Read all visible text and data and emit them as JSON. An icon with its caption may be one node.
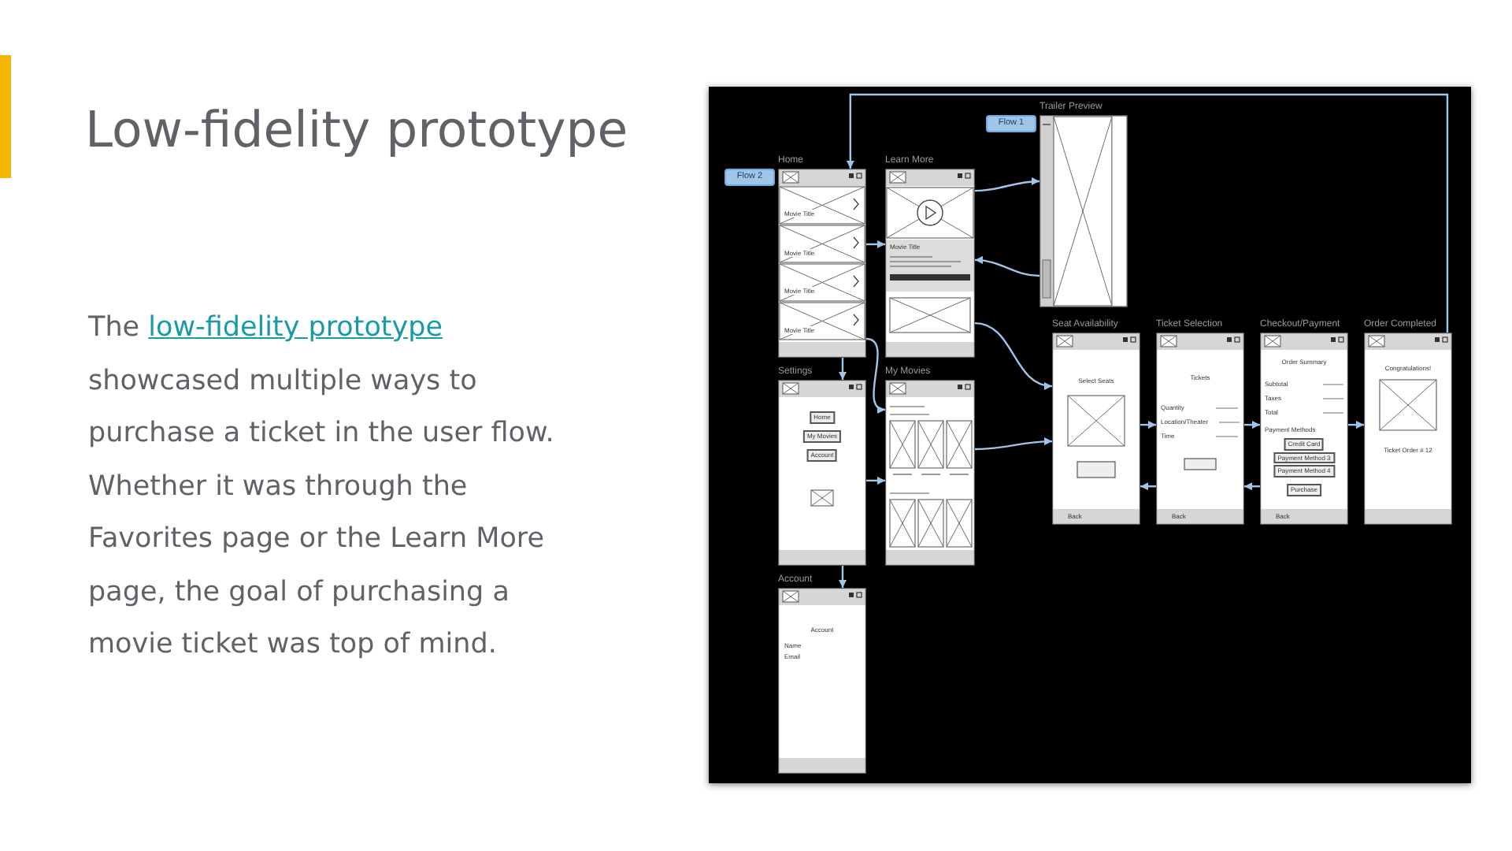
{
  "diagram": {
    "title": "Low-fidelity prototype",
    "nodes": [
      {
        "text": [
          "Flow 2"
        ]
      },
      {
        "text": [
          "Home",
          "Movie Title",
          "Movie Title",
          "Movie Title",
          "Movie Title"
        ]
      },
      {
        "text": [
          "Learn More",
          "Movie Title"
        ]
      },
      {
        "text": [
          "Flow 1"
        ]
      },
      {
        "text": [
          "Trailer Preview"
        ]
      },
      {
        "text": [
          "Settings",
          "Home",
          "My Movies",
          "Account"
        ]
      },
      {
        "text": [
          "My Movies"
        ]
      },
      {
        "text": [
          "Account",
          "Account",
          "Name",
          "Email"
        ]
      },
      {
        "text": [
          "Seat Availability",
          "Select Seats",
          "Back"
        ]
      },
      {
        "text": [
          "Ticket Selection",
          "Tickets",
          "Quantity",
          "Location/Theater",
          "Time",
          "Back"
        ]
      },
      {
        "text": [
          "Checkout/Payment",
          "Order Summary",
          "Subtotal",
          "Taxes",
          "Total",
          "Payment Methods",
          "Credit Card",
          "Payment Method 3",
          "Payment Method 4",
          "Purchase",
          "Back"
        ]
      },
      {
        "text": [
          "Order Completed",
          "Congratulations!",
          "Ticket Order # 12"
        ]
      }
    ],
    "edges": [
      {
        "from": 1,
        "to": 2,
        "arrow": "to"
      },
      {
        "from": 2,
        "to": 4,
        "arrow": "to"
      },
      {
        "from": 4,
        "to": 2,
        "arrow": "to"
      },
      {
        "from": 1,
        "to": 5,
        "arrow": "to"
      },
      {
        "from": 1,
        "to": 6,
        "arrow": "to"
      },
      {
        "from": 5,
        "to": 7,
        "arrow": "to"
      },
      {
        "from": 5,
        "to": 6,
        "arrow": "to"
      },
      {
        "from": 6,
        "to": 8,
        "arrow": "to"
      },
      {
        "from": 2,
        "to": 8,
        "arrow": "to"
      },
      {
        "from": 8,
        "to": 9,
        "arrow": "to"
      },
      {
        "from": 9,
        "to": 10,
        "arrow": "to"
      },
      {
        "from": 10,
        "to": 11,
        "arrow": "to"
      },
      {
        "from": 9,
        "to": 8,
        "arrow": "to"
      },
      {
        "from": 10,
        "to": 9,
        "arrow": "to"
      },
      {
        "from": 11,
        "to": 1,
        "arrow": "to"
      }
    ],
    "labels": [
      "The",
      "low-fidelity prototype",
      "showcased multiple ways to purchase a ticket in the user flow. Whether it was through the Favorites page or the Learn More page, the goal of purchasing a movie ticket was top of mind."
    ]
  }
}
